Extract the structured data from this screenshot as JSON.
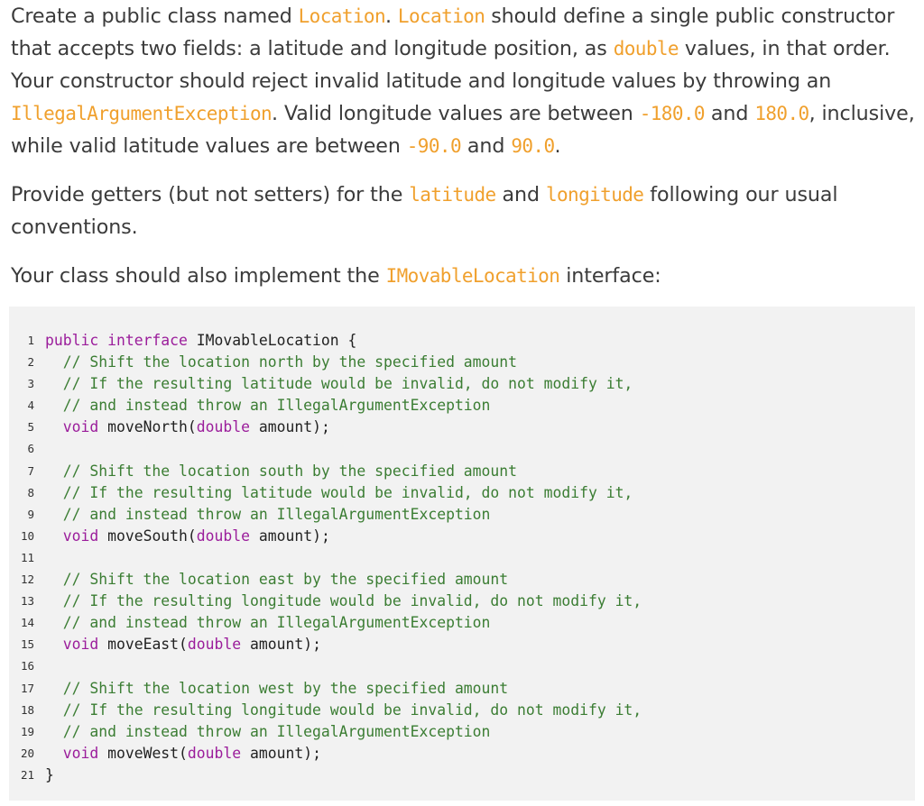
{
  "paragraph1": {
    "t1": "Create a public class named ",
    "c1": "Location",
    "t2": ". ",
    "c2": "Location",
    "t3": " should define a single public constructor that accepts two fields: a latitude and longitude position, as ",
    "c3": "double",
    "t4": " values, in that order. Your constructor should reject invalid latitude and longitude values by throwing an ",
    "c4": "IllegalArgumentException",
    "t5": ". Valid longitude values are between ",
    "c5": "-180.0",
    "t6": " and ",
    "c6": "180.0",
    "t7": ", inclusive, while valid latitude values are between ",
    "c7": "-90.0",
    "t8": " and ",
    "c8": "90.0",
    "t9": "."
  },
  "paragraph2": {
    "t1": "Provide getters (but not setters) for the ",
    "c1": "latitude",
    "t2": " and ",
    "c2": "longitude",
    "t3": " following our usual conventions."
  },
  "paragraph3": {
    "t1": "Your class should also implement the ",
    "c1": "IMovableLocation",
    "t2": " interface:"
  },
  "code": {
    "lines": [
      {
        "num": "1",
        "tokens": [
          {
            "t": "public",
            "c": "kw"
          },
          {
            "t": " ",
            "c": "plain"
          },
          {
            "t": "interface",
            "c": "kw"
          },
          {
            "t": " IMovableLocation {",
            "c": "plain"
          }
        ]
      },
      {
        "num": "2",
        "tokens": [
          {
            "t": "  ",
            "c": "plain"
          },
          {
            "t": "// Shift the location north by the specified amount",
            "c": "cm"
          }
        ]
      },
      {
        "num": "3",
        "tokens": [
          {
            "t": "  ",
            "c": "plain"
          },
          {
            "t": "// If the resulting latitude would be invalid, do not modify it,",
            "c": "cm"
          }
        ]
      },
      {
        "num": "4",
        "tokens": [
          {
            "t": "  ",
            "c": "plain"
          },
          {
            "t": "// and instead throw an IllegalArgumentException",
            "c": "cm"
          }
        ]
      },
      {
        "num": "5",
        "tokens": [
          {
            "t": "  ",
            "c": "plain"
          },
          {
            "t": "void",
            "c": "kw"
          },
          {
            "t": " moveNorth(",
            "c": "plain"
          },
          {
            "t": "double",
            "c": "kw"
          },
          {
            "t": " amount);",
            "c": "plain"
          }
        ]
      },
      {
        "num": "6",
        "tokens": []
      },
      {
        "num": "7",
        "tokens": [
          {
            "t": "  ",
            "c": "plain"
          },
          {
            "t": "// Shift the location south by the specified amount",
            "c": "cm"
          }
        ]
      },
      {
        "num": "8",
        "tokens": [
          {
            "t": "  ",
            "c": "plain"
          },
          {
            "t": "// If the resulting latitude would be invalid, do not modify it,",
            "c": "cm"
          }
        ]
      },
      {
        "num": "9",
        "tokens": [
          {
            "t": "  ",
            "c": "plain"
          },
          {
            "t": "// and instead throw an IllegalArgumentException",
            "c": "cm"
          }
        ]
      },
      {
        "num": "10",
        "tokens": [
          {
            "t": "  ",
            "c": "plain"
          },
          {
            "t": "void",
            "c": "kw"
          },
          {
            "t": " moveSouth(",
            "c": "plain"
          },
          {
            "t": "double",
            "c": "kw"
          },
          {
            "t": " amount);",
            "c": "plain"
          }
        ]
      },
      {
        "num": "11",
        "tokens": []
      },
      {
        "num": "12",
        "tokens": [
          {
            "t": "  ",
            "c": "plain"
          },
          {
            "t": "// Shift the location east by the specified amount",
            "c": "cm"
          }
        ]
      },
      {
        "num": "13",
        "tokens": [
          {
            "t": "  ",
            "c": "plain"
          },
          {
            "t": "// If the resulting longitude would be invalid, do not modify it,",
            "c": "cm"
          }
        ]
      },
      {
        "num": "14",
        "tokens": [
          {
            "t": "  ",
            "c": "plain"
          },
          {
            "t": "// and instead throw an IllegalArgumentException",
            "c": "cm"
          }
        ]
      },
      {
        "num": "15",
        "tokens": [
          {
            "t": "  ",
            "c": "plain"
          },
          {
            "t": "void",
            "c": "kw"
          },
          {
            "t": " moveEast(",
            "c": "plain"
          },
          {
            "t": "double",
            "c": "kw"
          },
          {
            "t": " amount);",
            "c": "plain"
          }
        ]
      },
      {
        "num": "16",
        "tokens": []
      },
      {
        "num": "17",
        "tokens": [
          {
            "t": "  ",
            "c": "plain"
          },
          {
            "t": "// Shift the location west by the specified amount",
            "c": "cm"
          }
        ]
      },
      {
        "num": "18",
        "tokens": [
          {
            "t": "  ",
            "c": "plain"
          },
          {
            "t": "// If the resulting longitude would be invalid, do not modify it,",
            "c": "cm"
          }
        ]
      },
      {
        "num": "19",
        "tokens": [
          {
            "t": "  ",
            "c": "plain"
          },
          {
            "t": "// and instead throw an IllegalArgumentException",
            "c": "cm"
          }
        ]
      },
      {
        "num": "20",
        "tokens": [
          {
            "t": "  ",
            "c": "plain"
          },
          {
            "t": "void",
            "c": "kw"
          },
          {
            "t": " moveWest(",
            "c": "plain"
          },
          {
            "t": "double",
            "c": "kw"
          },
          {
            "t": " amount);",
            "c": "plain"
          }
        ]
      },
      {
        "num": "21",
        "tokens": [
          {
            "t": "}",
            "c": "plain"
          }
        ]
      }
    ]
  },
  "colors": {
    "inline_code": "#f0a02d",
    "keyword": "#9b1d9b",
    "comment": "#3b7d33",
    "code_background": "#f2f2f2",
    "body_text": "#3b3b3b"
  }
}
